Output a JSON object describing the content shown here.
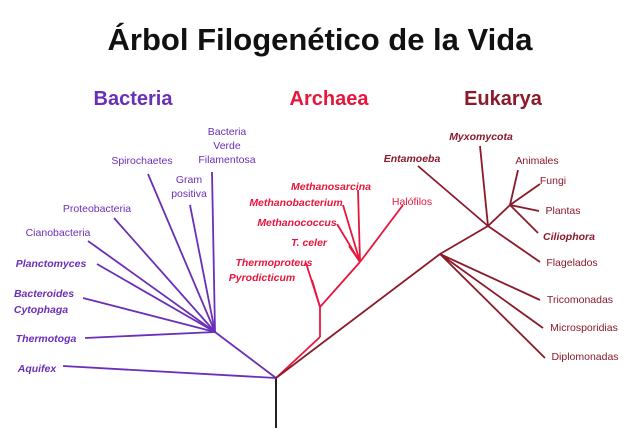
{
  "title": "Árbol Filogenético de la Vida",
  "colors": {
    "bacteria": "#6a2fb8",
    "archaea": "#e8163c",
    "eukarya": "#8b1a2a",
    "root": "#222222"
  },
  "domains": {
    "bacteria": "Bacteria",
    "archaea": "Archaea",
    "eukarya": "Eukarya"
  },
  "bacteria_taxa": {
    "verde_1": "Bacteria",
    "verde_2": "Verde",
    "verde_3": "Filamentosa",
    "spirochaetes": "Spirochaetes",
    "gram_1": "Gram",
    "gram_2": "positiva",
    "proteobacteria": "Proteobacteria",
    "cianobacteria": "Cianobacteria",
    "planctomyces": "Planctomyces",
    "bacteroides": "Bacteroides",
    "cytophaga": "Cytophaga",
    "thermotoga": "Thermotoga",
    "aquifex": "Aquifex"
  },
  "archaea_taxa": {
    "methanosarcina": "Methanosarcina",
    "methanobacterium": "Methanobacterium",
    "methanococcus": "Methanococcus",
    "tceler": "T. celer",
    "thermoproteus": "Thermoproteus",
    "pyrodicticum": "Pyrodicticum",
    "halofilos": "Halófilos"
  },
  "eukarya_taxa": {
    "myxomycota": "Myxomycota",
    "entamoeba": "Entamoeba",
    "animales": "Animales",
    "fungi": "Fungi",
    "plantas": "Plantas",
    "ciliophora": "Ciliophora",
    "flagelados": "Flagelados",
    "tricomonadas": "Tricomonadas",
    "microsporidias": "Microsporidias",
    "diplomonadas": "Diplomonadas"
  }
}
